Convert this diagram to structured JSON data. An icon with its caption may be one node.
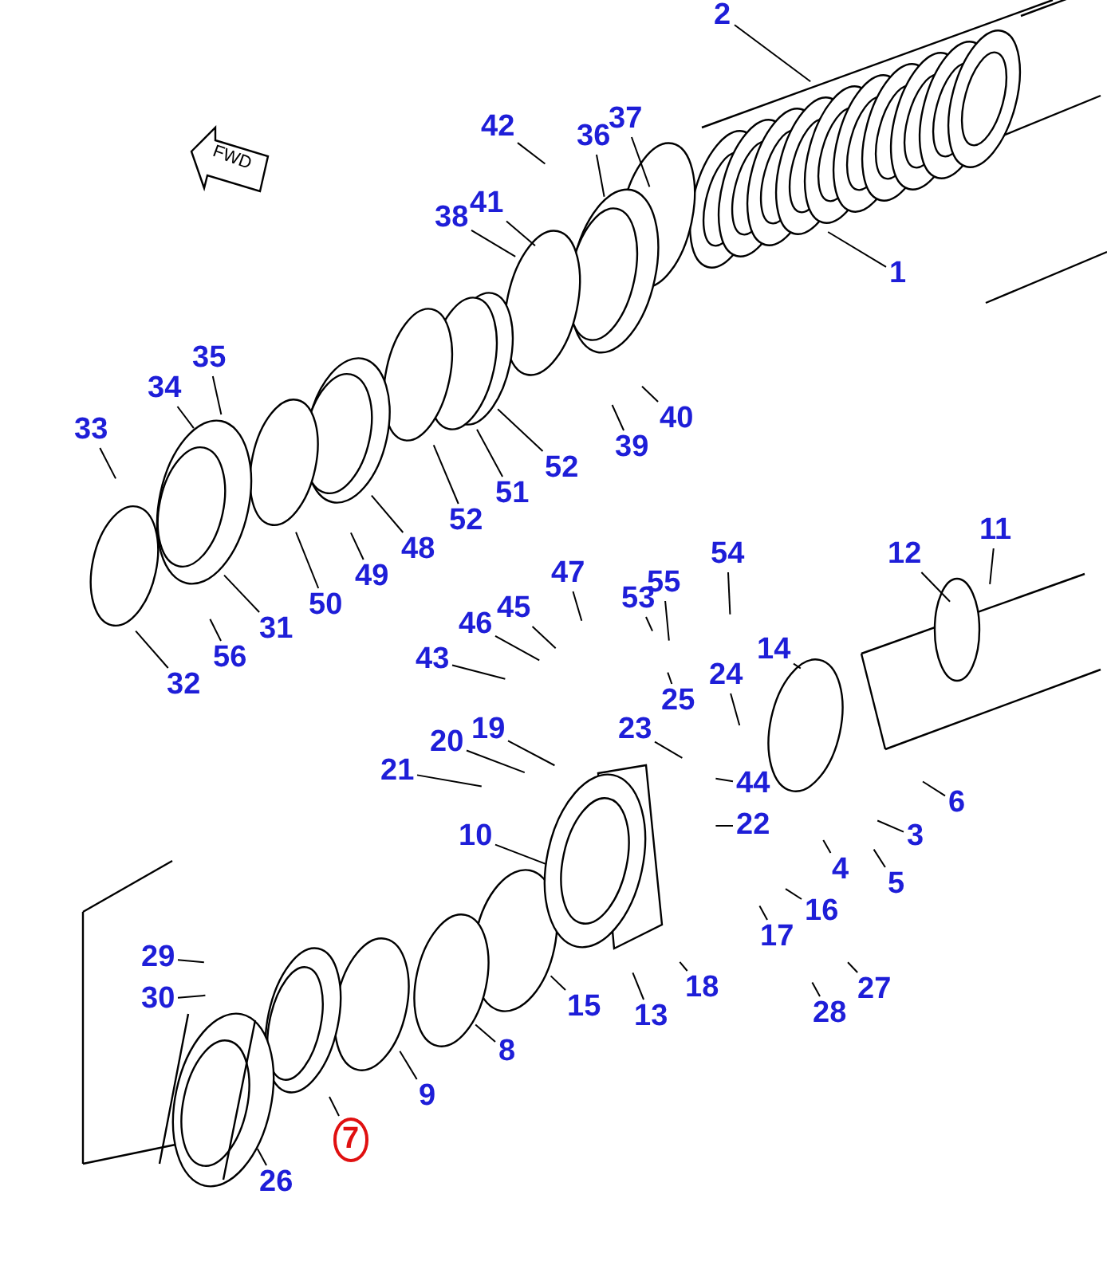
{
  "diagram": {
    "nodes": [
      {
        "text": [
          "2"
        ]
      },
      {
        "text": [
          "37"
        ]
      },
      {
        "text": [
          "42"
        ]
      },
      {
        "text": [
          "36"
        ]
      },
      {
        "text": [
          "41"
        ]
      },
      {
        "text": [
          "38"
        ]
      },
      {
        "text": [
          "1"
        ]
      },
      {
        "text": [
          "35"
        ]
      },
      {
        "text": [
          "34"
        ]
      },
      {
        "text": [
          "33"
        ]
      },
      {
        "text": [
          "39"
        ]
      },
      {
        "text": [
          "40"
        ]
      },
      {
        "text": [
          "52"
        ]
      },
      {
        "text": [
          "51"
        ]
      },
      {
        "text": [
          "48"
        ]
      },
      {
        "text": [
          "52"
        ]
      },
      {
        "text": [
          "49"
        ]
      },
      {
        "text": [
          "50"
        ]
      },
      {
        "text": [
          "31"
        ]
      },
      {
        "text": [
          "32"
        ]
      },
      {
        "text": [
          "56"
        ]
      },
      {
        "text": [
          "54"
        ]
      },
      {
        "text": [
          "11"
        ]
      },
      {
        "text": [
          "47"
        ]
      },
      {
        "text": [
          "55"
        ]
      },
      {
        "text": [
          "53"
        ]
      },
      {
        "text": [
          "12"
        ]
      },
      {
        "text": [
          "45"
        ]
      },
      {
        "text": [
          "46"
        ]
      },
      {
        "text": [
          "14"
        ]
      },
      {
        "text": [
          "43"
        ]
      },
      {
        "text": [
          "25"
        ]
      },
      {
        "text": [
          "24"
        ]
      },
      {
        "text": [
          "19"
        ]
      },
      {
        "text": [
          "23"
        ]
      },
      {
        "text": [
          "20"
        ]
      },
      {
        "text": [
          "21"
        ]
      },
      {
        "text": [
          "44"
        ]
      },
      {
        "text": [
          "10"
        ]
      },
      {
        "text": [
          "22"
        ]
      },
      {
        "text": [
          "6"
        ]
      },
      {
        "text": [
          "3"
        ]
      },
      {
        "text": [
          "4"
        ]
      },
      {
        "text": [
          "5"
        ]
      },
      {
        "text": [
          "16"
        ]
      },
      {
        "text": [
          "17"
        ]
      },
      {
        "text": [
          "15"
        ]
      },
      {
        "text": [
          "29"
        ]
      },
      {
        "text": [
          "13"
        ]
      },
      {
        "text": [
          "18"
        ]
      },
      {
        "text": [
          "27"
        ]
      },
      {
        "text": [
          "30"
        ]
      },
      {
        "text": [
          "28"
        ]
      },
      {
        "text": [
          "8"
        ]
      },
      {
        "text": [
          "9"
        ]
      },
      {
        "text": [
          "7"
        ]
      },
      {
        "text": [
          "26"
        ]
      }
    ],
    "edges": [
      {
        "from": 0,
        "to": null,
        "arrow": "none"
      },
      {
        "from": 1,
        "to": null,
        "arrow": "none"
      },
      {
        "from": 2,
        "to": null,
        "arrow": "none"
      },
      {
        "from": 3,
        "to": null,
        "arrow": "none"
      },
      {
        "from": 4,
        "to": null,
        "arrow": "none"
      },
      {
        "from": 5,
        "to": null,
        "arrow": "none"
      },
      {
        "from": 6,
        "to": null,
        "arrow": "none"
      },
      {
        "from": 7,
        "to": null,
        "arrow": "none"
      },
      {
        "from": 8,
        "to": null,
        "arrow": "none"
      },
      {
        "from": 9,
        "to": null,
        "arrow": "none"
      },
      {
        "from": 10,
        "to": null,
        "arrow": "none"
      },
      {
        "from": 11,
        "to": null,
        "arrow": "none"
      },
      {
        "from": 12,
        "to": null,
        "arrow": "none"
      },
      {
        "from": 13,
        "to": null,
        "arrow": "none"
      },
      {
        "from": 14,
        "to": null,
        "arrow": "none"
      },
      {
        "from": 15,
        "to": null,
        "arrow": "none"
      },
      {
        "from": 16,
        "to": null,
        "arrow": "none"
      },
      {
        "from": 17,
        "to": null,
        "arrow": "none"
      },
      {
        "from": 18,
        "to": null,
        "arrow": "none"
      },
      {
        "from": 19,
        "to": null,
        "arrow": "none"
      },
      {
        "from": 20,
        "to": null,
        "arrow": "none"
      },
      {
        "from": 21,
        "to": null,
        "arrow": "none"
      },
      {
        "from": 22,
        "to": null,
        "arrow": "none"
      },
      {
        "from": 23,
        "to": null,
        "arrow": "none"
      },
      {
        "from": 24,
        "to": null,
        "arrow": "none"
      },
      {
        "from": 25,
        "to": null,
        "arrow": "none"
      },
      {
        "from": 26,
        "to": null,
        "arrow": "none"
      },
      {
        "from": 27,
        "to": null,
        "arrow": "none"
      },
      {
        "from": 28,
        "to": null,
        "arrow": "none"
      },
      {
        "from": 29,
        "to": null,
        "arrow": "none"
      },
      {
        "from": 30,
        "to": null,
        "arrow": "none"
      },
      {
        "from": 31,
        "to": null,
        "arrow": "none"
      },
      {
        "from": 32,
        "to": null,
        "arrow": "none"
      },
      {
        "from": 33,
        "to": null,
        "arrow": "none"
      },
      {
        "from": 34,
        "to": null,
        "arrow": "none"
      },
      {
        "from": 35,
        "to": null,
        "arrow": "none"
      },
      {
        "from": 36,
        "to": null,
        "arrow": "none"
      },
      {
        "from": 37,
        "to": null,
        "arrow": "none"
      },
      {
        "from": 38,
        "to": null,
        "arrow": "none"
      },
      {
        "from": 39,
        "to": null,
        "arrow": "none"
      },
      {
        "from": 40,
        "to": null,
        "arrow": "none"
      },
      {
        "from": 41,
        "to": null,
        "arrow": "none"
      },
      {
        "from": 42,
        "to": null,
        "arrow": "none"
      },
      {
        "from": 43,
        "to": null,
        "arrow": "none"
      },
      {
        "from": 44,
        "to": null,
        "arrow": "none"
      },
      {
        "from": 45,
        "to": null,
        "arrow": "none"
      },
      {
        "from": 46,
        "to": null,
        "arrow": "none"
      },
      {
        "from": 47,
        "to": null,
        "arrow": "none"
      },
      {
        "from": 48,
        "to": null,
        "arrow": "none"
      },
      {
        "from": 49,
        "to": null,
        "arrow": "none"
      },
      {
        "from": 50,
        "to": null,
        "arrow": "none"
      },
      {
        "from": 51,
        "to": null,
        "arrow": "none"
      },
      {
        "from": 52,
        "to": null,
        "arrow": "none"
      },
      {
        "from": 53,
        "to": null,
        "arrow": "none"
      },
      {
        "from": 54,
        "to": null,
        "arrow": "none"
      },
      {
        "from": 55,
        "to": null,
        "arrow": "none"
      },
      {
        "from": 56,
        "to": null,
        "arrow": "none"
      }
    ],
    "labels": [
      "FWD"
    ]
  }
}
